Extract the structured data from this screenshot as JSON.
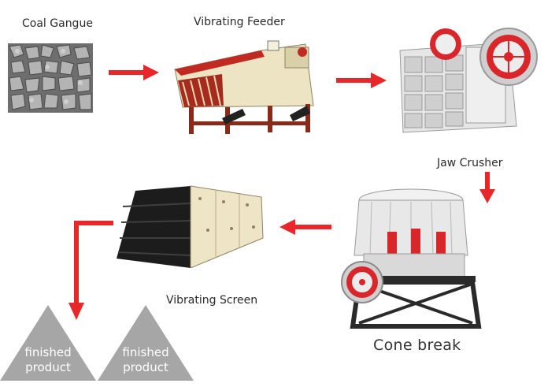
{
  "labels": {
    "coal_gangue": "Coal Gangue",
    "vibrating_feeder": "Vibrating Feeder",
    "jaw_crusher": "Jaw Crusher",
    "cone_break": "Cone break",
    "vibrating_screen": "Vibrating Screen"
  },
  "outputs": [
    {
      "line1": "finished",
      "line2": "product"
    },
    {
      "line1": "finished",
      "line2": "product"
    }
  ],
  "colors": {
    "arrow": "#e8272a",
    "machine_red": "#d8262b",
    "frame": "#8a2a18",
    "cream": "#ede4c4",
    "pyramid": "#a6a6a6"
  },
  "icons": [
    "coal-gangue-image",
    "vibrating-feeder-image",
    "jaw-crusher-image",
    "cone-crusher-image",
    "vibrating-screen-image"
  ]
}
